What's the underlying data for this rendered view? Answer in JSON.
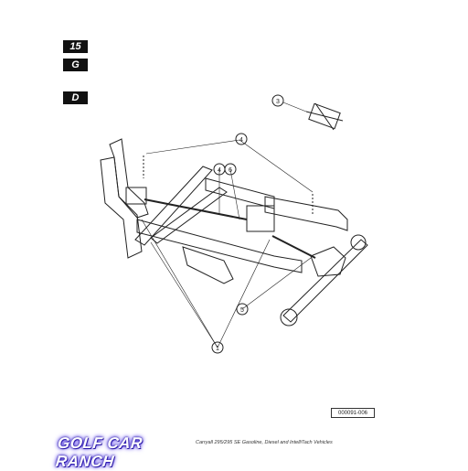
{
  "section_tabs": [
    {
      "label": "15"
    },
    {
      "label": "G"
    },
    {
      "label": "D"
    }
  ],
  "callouts": [
    "1",
    "3",
    "4",
    "4",
    "5",
    "6"
  ],
  "part_number": "000091-006",
  "caption": "Carryall 295/295 SE Gasoline, Diesel and IntelliTach Vehicles",
  "watermark": "GOLF CAR RANCH",
  "colors": {
    "line": "#222222",
    "tab_bg": "#111111",
    "watermark_glow": "#3b2ad8"
  }
}
